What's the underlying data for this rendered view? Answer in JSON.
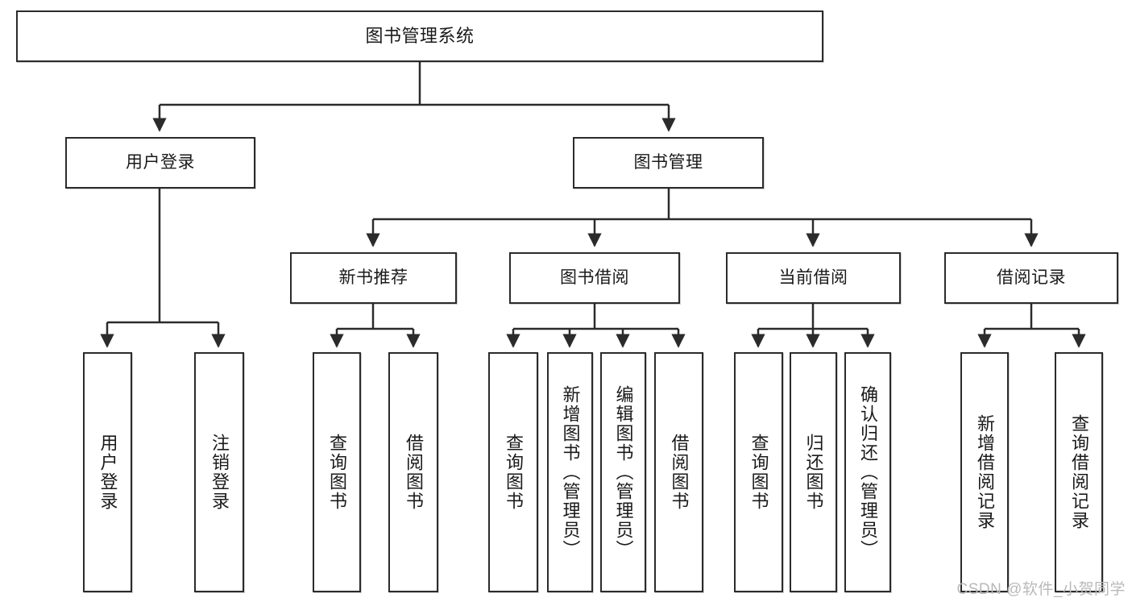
{
  "diagram": {
    "title": "图书管理系统",
    "watermark": "CSDN @软件_小贺同学",
    "edge_color": "#2b2b2b",
    "box_border_color": "#2b2b2b",
    "box_fill_color": "#ffffff",
    "watermark_color": "#b9b9b9",
    "nodes": {
      "root": {
        "label": "图书管理系统"
      },
      "level2": [
        {
          "id": "user-login",
          "label": "用户登录"
        },
        {
          "id": "book-management",
          "label": "图书管理"
        }
      ],
      "level3": [
        {
          "id": "new-book-recommend",
          "label": "新书推荐"
        },
        {
          "id": "book-borrow",
          "label": "图书借阅"
        },
        {
          "id": "current-borrow",
          "label": "当前借阅"
        },
        {
          "id": "borrow-record",
          "label": "借阅记录"
        }
      ],
      "leaves": {
        "user_login": [
          {
            "id": "leaf-user-login",
            "label": "用户登录"
          },
          {
            "id": "leaf-logout-login",
            "label": "注销登录"
          }
        ],
        "new_book_recommend": [
          {
            "id": "leaf-query-book-1",
            "label": "查询图书"
          },
          {
            "id": "leaf-borrow-book-1",
            "label": "借阅图书"
          }
        ],
        "book_borrow": [
          {
            "id": "leaf-query-book-2",
            "label": "查询图书"
          },
          {
            "id": "leaf-add-book",
            "label": "新增图书（管理员）"
          },
          {
            "id": "leaf-edit-book",
            "label": "编辑图书（管理员）"
          },
          {
            "id": "leaf-borrow-book-2",
            "label": "借阅图书"
          }
        ],
        "current_borrow": [
          {
            "id": "leaf-query-book-3",
            "label": "查询图书"
          },
          {
            "id": "leaf-return-book",
            "label": "归还图书"
          },
          {
            "id": "leaf-confirm-return",
            "label": "确认归还（管理员）"
          }
        ],
        "borrow_record": [
          {
            "id": "leaf-add-borrow-record",
            "label": "新增借阅记录"
          },
          {
            "id": "leaf-query-borrow-record",
            "label": "查询借阅记录"
          }
        ]
      }
    }
  }
}
